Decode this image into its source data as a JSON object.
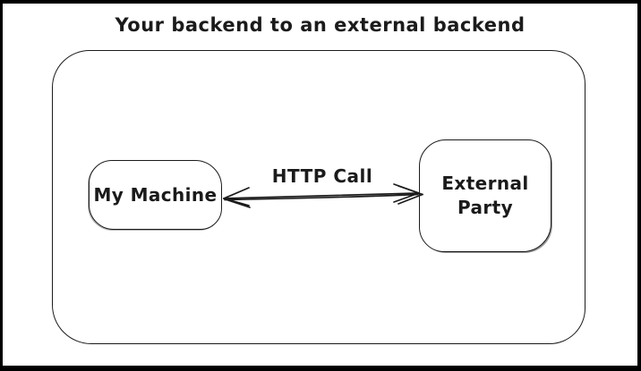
{
  "diagram": {
    "title": "Your backend to an external backend",
    "nodes": {
      "my_machine": {
        "label": "My Machine"
      },
      "external_party": {
        "label": "External Party"
      }
    },
    "connections": {
      "http_call": {
        "label": "HTTP Call",
        "from": "My Machine",
        "to": "External Party",
        "direction": "bidirectional"
      }
    },
    "colors": {
      "stroke": "#1b1b1b",
      "background": "#ffffff",
      "frame": "#000000"
    },
    "style": "hand-drawn sketch"
  }
}
